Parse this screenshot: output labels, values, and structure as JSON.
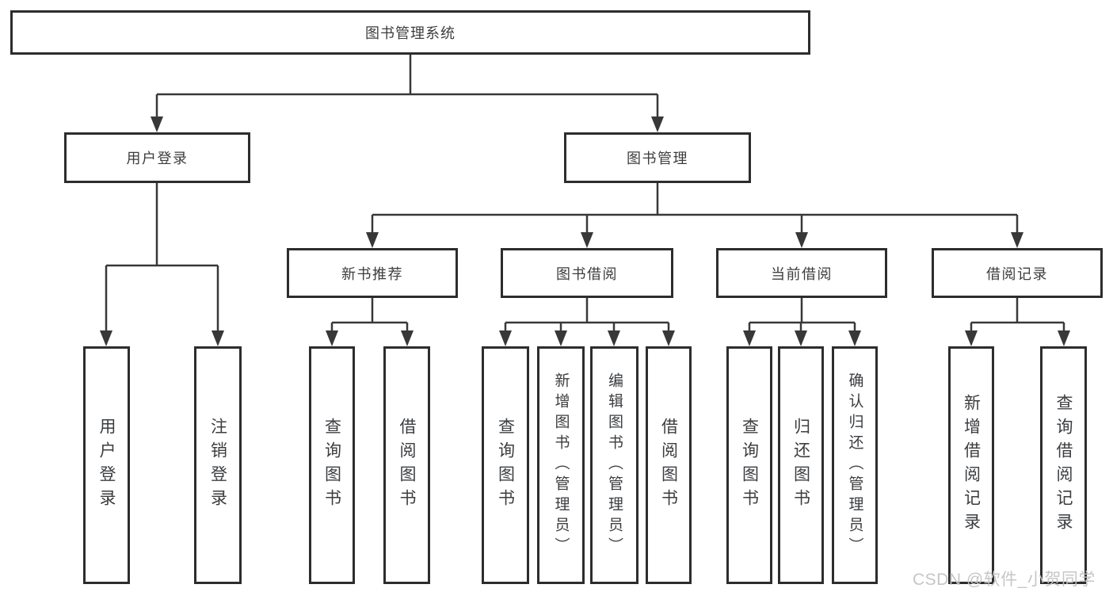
{
  "tree": {
    "label": "图书管理系统",
    "children": [
      {
        "label": "用户登录",
        "children": [
          {
            "label": "用户登录"
          },
          {
            "label": "注销登录"
          }
        ]
      },
      {
        "label": "图书管理",
        "children": [
          {
            "label": "新书推荐",
            "children": [
              {
                "label": "查询图书"
              },
              {
                "label": "借阅图书"
              }
            ]
          },
          {
            "label": "图书借阅",
            "children": [
              {
                "label": "查询图书"
              },
              {
                "label": "新增图书（管理员）"
              },
              {
                "label": "编辑图书（管理员）"
              },
              {
                "label": "借阅图书"
              }
            ]
          },
          {
            "label": "当前借阅",
            "children": [
              {
                "label": "查询图书"
              },
              {
                "label": "归还图书"
              },
              {
                "label": "确认归还（管理员）"
              }
            ]
          },
          {
            "label": "借阅记录",
            "children": [
              {
                "label": "新增借阅记录"
              },
              {
                "label": "查询借阅记录"
              }
            ]
          }
        ]
      }
    ]
  },
  "watermark": {
    "text": "CSDN @软件_小贺同学"
  },
  "colors": {
    "line": "#383838",
    "border": "#2d2d2d",
    "text": "#3b3d40",
    "watermark": "#c3c3c3",
    "background": "#ffffff"
  }
}
